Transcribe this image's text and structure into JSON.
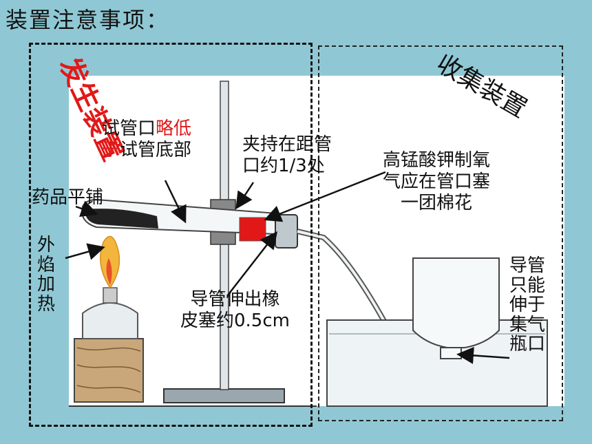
{
  "title": "装置注意事项：",
  "sections": {
    "generation": "发生装置",
    "collection": "收集装置"
  },
  "labels": {
    "tube_mouth_a": "试管口",
    "tube_mouth_red_1": "略低",
    "tube_mouth_red_2": "于",
    "tube_mouth_b": "试管底部",
    "clamp_1": "夹持在距管",
    "clamp_2": "口约1/3处",
    "cotton_1": "高锰酸钾制氧",
    "cotton_2": "气应在管口塞",
    "cotton_3": "一团棉花",
    "drug_spread": "药品平铺",
    "outer_flame": "外焰加热",
    "conduit_1": "导管伸出橡",
    "conduit_2": "皮塞约0.5cm",
    "bottle_mouth": "导管只能伸于集气瓶口"
  }
}
